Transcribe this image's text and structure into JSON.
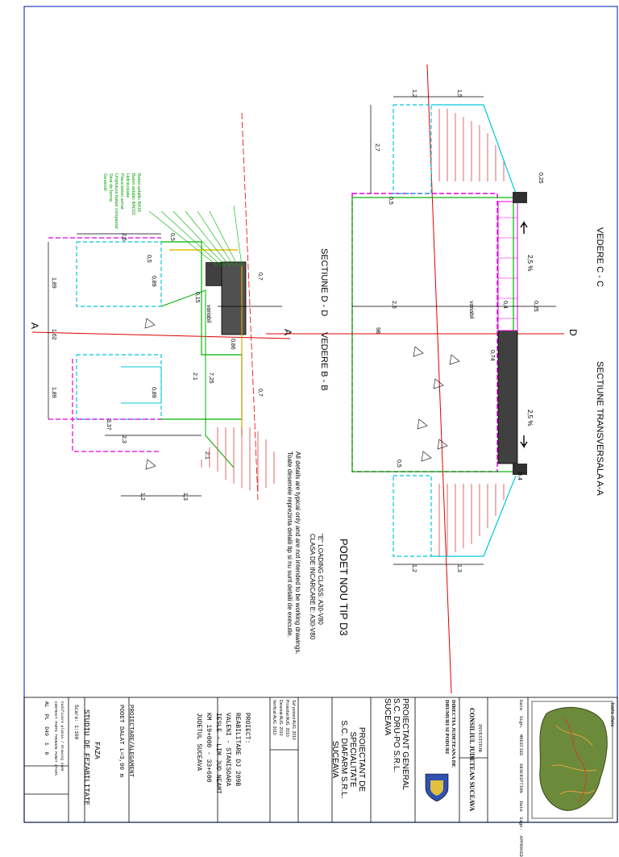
{
  "views": {
    "section_aa_title": "SECTIUNE TRANSVERSALA A-A",
    "view_cc_title": "VEDERE C - C",
    "section_dd_title": "SECTIUNE D - D",
    "view_bb_title": "VEDERE B - B",
    "cut_letter_a": "A",
    "cut_letter_d": "D"
  },
  "dimensions": {
    "d_1_2": "1,2",
    "d_1_5": "1,5",
    "d_1_3": "1,3",
    "d_2_7": "2,7",
    "d_2_5": "2,5",
    "d_0_5": "0,5",
    "d_0_4": "0,4",
    "d_0_25": "0,25",
    "d_0_74": "0,74",
    "d_0_15": "0,15",
    "d_2_3": "2,3",
    "d_3_37": "3,37",
    "d_1_89": "1,89",
    "d_0_89": "0,89",
    "d_1_62": "1,62",
    "d_0_7": "0,7",
    "d_7_25": "7,25",
    "d_0_86": "0,86",
    "slope_2_5": "2,5 %",
    "slope_2_1": "2:1",
    "variabil": "variabil",
    "v98": "98"
  },
  "layer_notes": [
    "Beton asfaltic BA16",
    "Beton asfaltic BAD22",
    "Hidroizolatie",
    "Placa beton armat",
    "Umplutura balast compactat",
    "Strat de forma",
    "Geotextil"
  ],
  "notes": {
    "title": "PODET NOU TIP D3",
    "loading_en": "\"E\" LOADING CLASS: A30-V80",
    "loading_ro": "CLASA DE INCARCARE E: A30-V80",
    "disclaimer_en": "All details are typical only and are not intended to be working drawings.",
    "disclaimer_ro": "Toate desenele reprezinta detalii tip si nu sunt detalii de executie."
  },
  "title_block": {
    "map_label": "harta cheie",
    "rev_headers": [
      "Date",
      "Sign.",
      "MODIFIED",
      "DESCRIPTION",
      "Date",
      "Sign.",
      "APPROVED"
    ],
    "investor_label": "INVESTITOR",
    "investor_name": "CONSILIUL JUDETEAN SUCEAVA",
    "directorate": "DIRECTIA JUDETEANA DE DRUMURI SI PODURI",
    "general_designer_label": "PROIECTANT GENERAL",
    "general_designer_name": "S.C. DRU-PO S.R.L.",
    "general_designer_city": "SUCEAVA",
    "specialist_label": "PROIECTANT DE SPECIALITATE",
    "specialist_name": "S.C. DIAFARM S.R.L.",
    "specialist_city": "SUCEAVA",
    "roles": [
      "Sef proiect",
      "Proiectat",
      "Desenat",
      "Verificat"
    ],
    "role_dates": [
      "AUG. 2010",
      "AUG. 2010",
      "AUG. 2010",
      "AUG. 2010"
    ],
    "project_label": "PROIECT:",
    "project_lines": [
      "REABILITARE DJ 209B",
      "VALENI - STANISOARA",
      "IESLE - LIM JUD NEAMT",
      "KM 19+000 - 33+600",
      "JUDETUL SUCEAVA"
    ],
    "drawing_title_1": "PROIECTARE/ALEGAMENT",
    "drawing_title_2": "PODET DALAT L=3,00 m",
    "phase_label": "FAZA",
    "phase_name": "STUDIU DE FEZABILITATE",
    "scale": "Scara: 1:100",
    "code_header": "Codificare plansa / Drawing code",
    "code_cells": [
      "CONTRACT",
      "PARTE",
      "TRONSON",
      "PUNKT",
      "ETAPA",
      "AL",
      "PL",
      "D49",
      "1",
      "0"
    ]
  },
  "colors": {
    "cyan": "#00c8d8",
    "magenta": "#e000e0",
    "red": "#e00000",
    "green": "#00b000",
    "blue_frame": "#2040c0",
    "ground_hatch": "#e04040"
  }
}
